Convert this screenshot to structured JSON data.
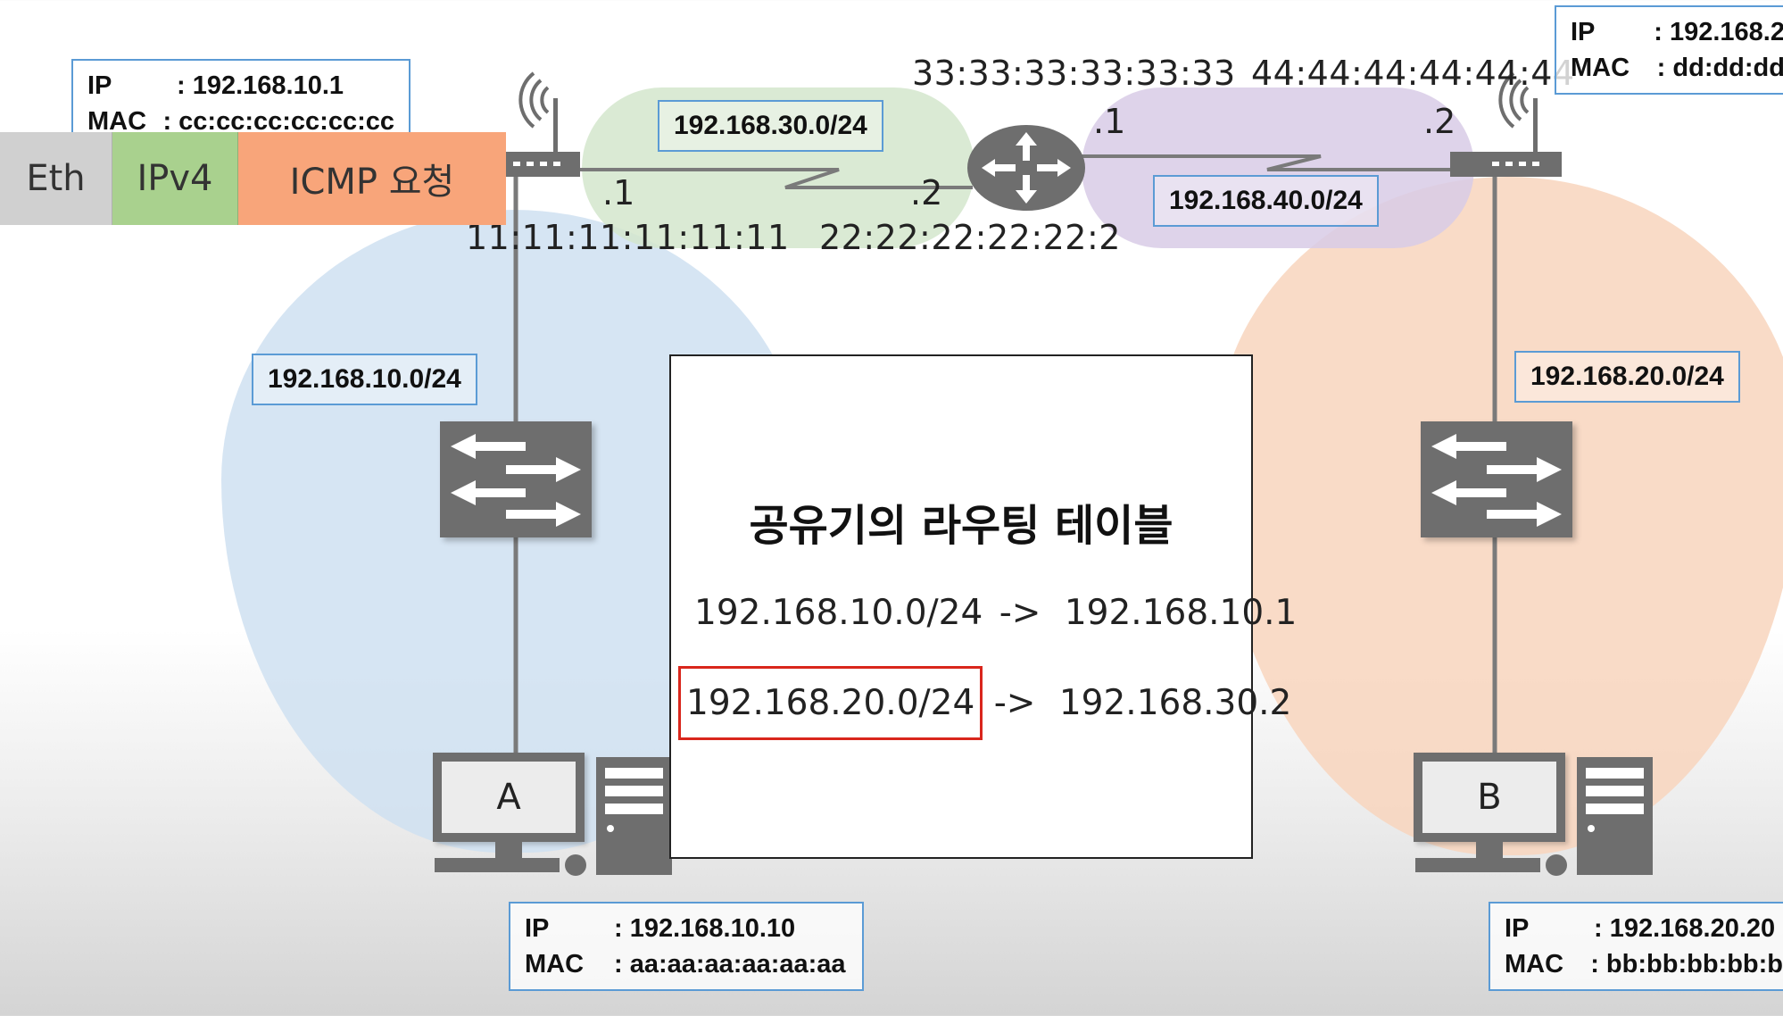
{
  "networks": {
    "left_lan": "192.168.10.0/24",
    "right_lan": "192.168.20.0/24",
    "link_a": "192.168.30.0/24",
    "link_b": "192.168.40.0/24"
  },
  "link_a": {
    "left_octet": ".1",
    "right_octet": ".2",
    "left_mac": "11:11:11:11:11:11",
    "right_mac": "22:22:22:22:22:2"
  },
  "link_b": {
    "left_octet": ".1",
    "right_octet": ".2",
    "left_mac": "33:33:33:33:33:33",
    "right_mac": "44:44:44:44:44:44"
  },
  "frame": {
    "seg1": "Eth",
    "seg2": "IPv4",
    "seg3": "ICMP 요청"
  },
  "router_left_info": {
    "ip_key": "IP",
    "ip_value": ": 192.168.10.1",
    "mac_key": "MAC",
    "mac_value": ": cc:cc:cc:cc:cc:cc"
  },
  "router_right_info": {
    "ip_key": "IP",
    "ip_value": ": 192.168.2",
    "mac_key": "MAC",
    "mac_value": ": dd:dd:dd"
  },
  "host_a": {
    "label": "A",
    "ip_key": "IP",
    "ip_value": ": 192.168.10.10",
    "mac_key": "MAC",
    "mac_value": ": aa:aa:aa:aa:aa:aa"
  },
  "host_b": {
    "label": "B",
    "ip_key": "IP",
    "ip_value": ": 192.168.20.20",
    "mac_key": "MAC",
    "mac_value": ": bb:bb:bb:bb:b"
  },
  "routing_table": {
    "title": "공유기의 라우팅 테이블",
    "rows": [
      {
        "dest": "192.168.10.0/24",
        "arrow": "->",
        "next_hop": "192.168.10.1"
      },
      {
        "dest": "192.168.20.0/24",
        "arrow": "->",
        "next_hop": "192.168.30.2"
      }
    ]
  },
  "colors": {
    "left_lan": "#cfe0f1",
    "right_lan": "#f8d5bd",
    "link_a": "#d4e6cc",
    "link_b": "#d8cbe6",
    "device": "#6e6e6e",
    "label_border": "#5b9bd5",
    "highlight": "#d9261c",
    "frame_eth": "#d0d0d0",
    "frame_ipv4": "#a9d18e",
    "frame_icmp": "#f8a57a"
  }
}
